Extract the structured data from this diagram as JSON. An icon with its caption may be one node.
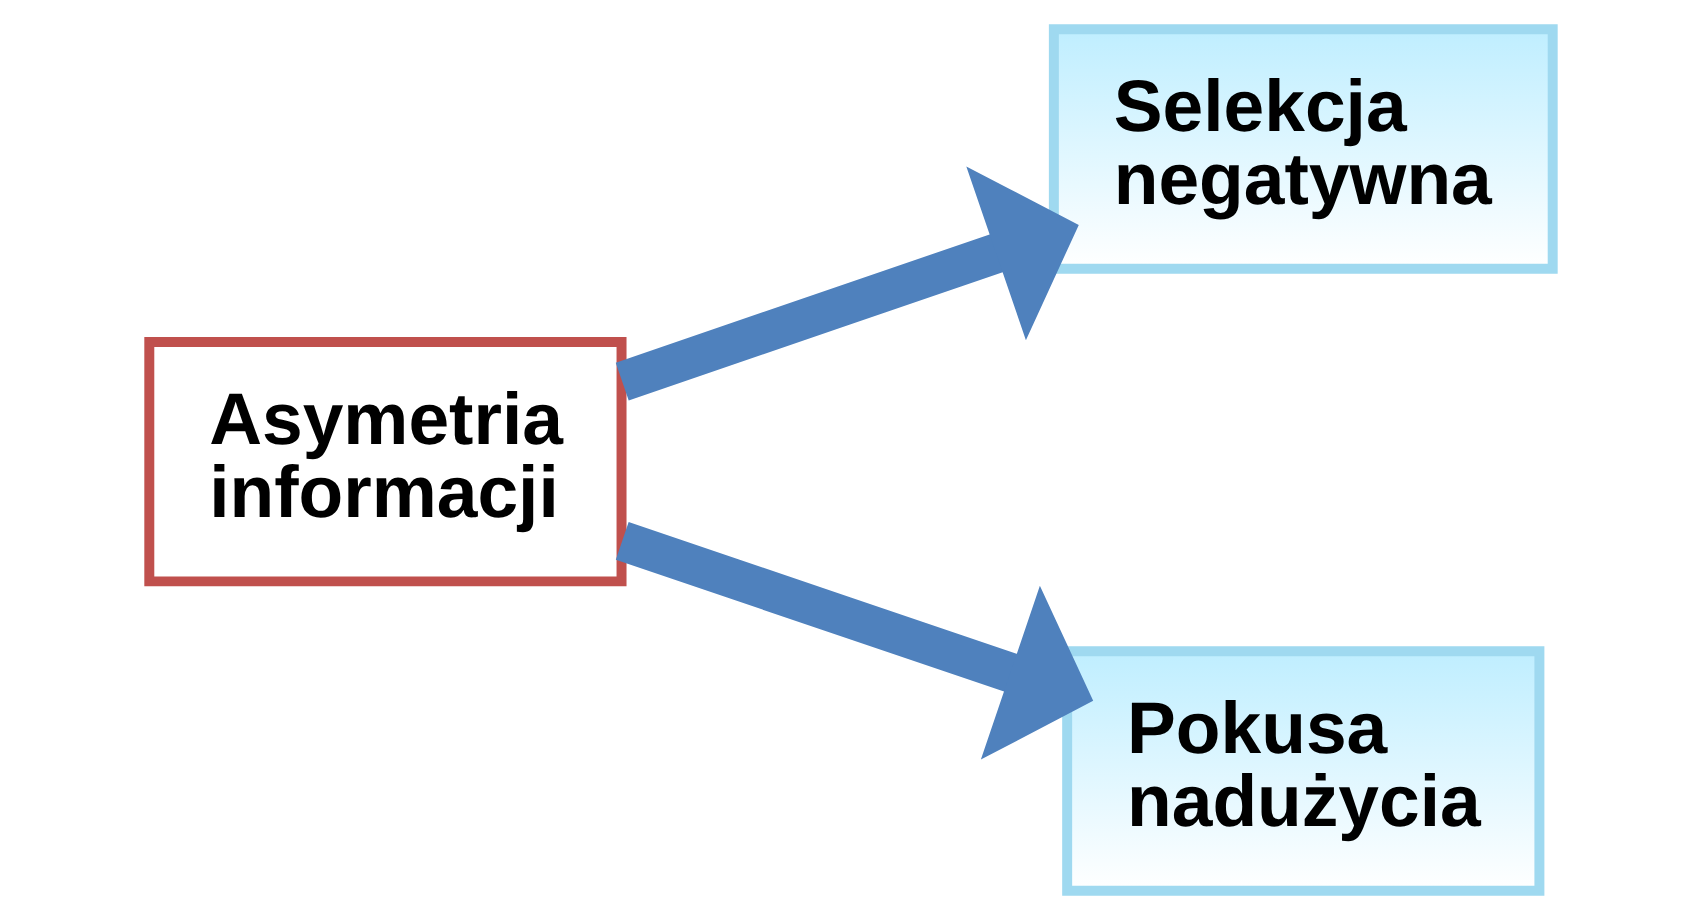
{
  "diagram": {
    "nodes": [
      {
        "text": [
          "Asymetria informacji"
        ]
      },
      {
        "text": [
          "Selekcja negatywna"
        ]
      },
      {
        "text": [
          "Pokusa nadużycia"
        ]
      }
    ],
    "edges": [
      {
        "from": 0,
        "to": 1,
        "arrow": "to"
      },
      {
        "from": 0,
        "to": 2,
        "arrow": "to"
      }
    ]
  }
}
